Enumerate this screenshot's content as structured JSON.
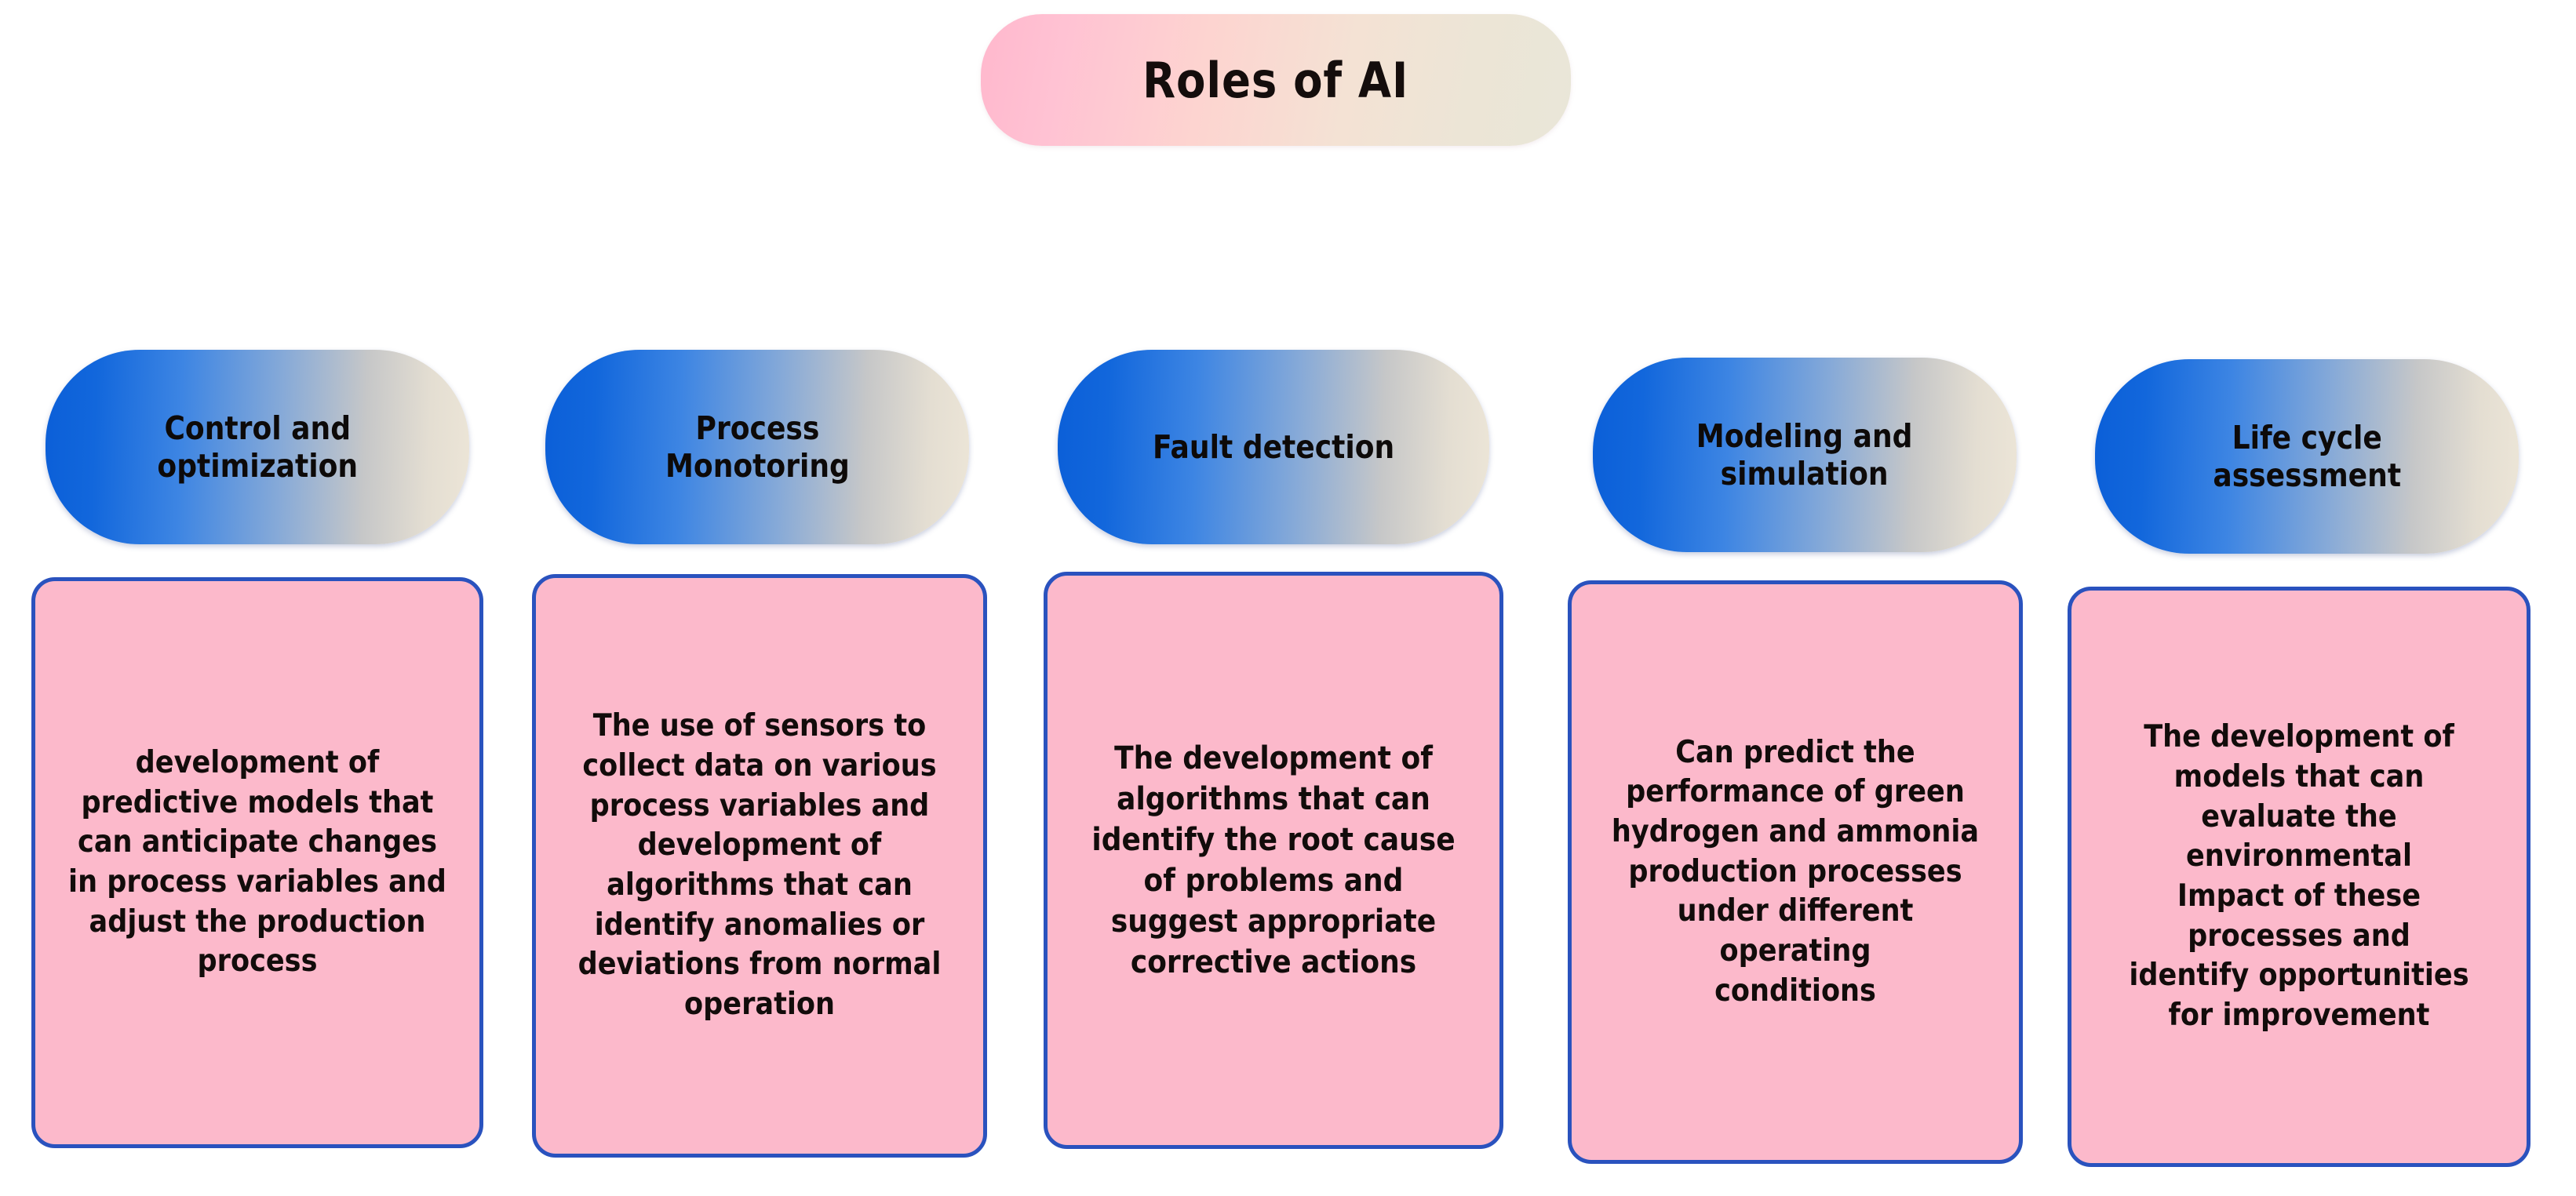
{
  "diagram": {
    "title": "Roles of AI",
    "colors": {
      "header_gradient_start": "#ffb8cd",
      "header_gradient_end": "#ece5d6",
      "pill_gradient_start": "#0b5fd8",
      "pill_gradient_end": "#ece5d7",
      "card_fill": "#fcb9cb",
      "card_border": "#2a52be",
      "text": "#120c0b",
      "background": "#ffffff"
    },
    "columns": [
      {
        "role": "Control and\noptimization",
        "description": "development of\npredictive models that\ncan anticipate changes\nin process variables and\nadjust the production\nprocess"
      },
      {
        "role": "Process\nMonotoring",
        "description": "The use of sensors to\ncollect data on various\nprocess variables and\ndevelopment of\nalgorithms that can\nidentify anomalies or\ndeviations from normal\noperation"
      },
      {
        "role": "Fault detection",
        "description": "The development of\nalgorithms that can\nidentify the root cause\nof problems and\nsuggest appropriate\ncorrective actions"
      },
      {
        "role": "Modeling and\nsimulation",
        "description": "Can predict the\nperformance of green\nhydrogen and ammonia\nproduction processes\nunder different operating\nconditions"
      },
      {
        "role": "Life cycle\nassessment",
        "description": "The development of\nmodels that can\nevaluate the\nenvironmental\nImpact of these\nprocesses and\nidentify opportunities\nfor improvement"
      }
    ]
  }
}
